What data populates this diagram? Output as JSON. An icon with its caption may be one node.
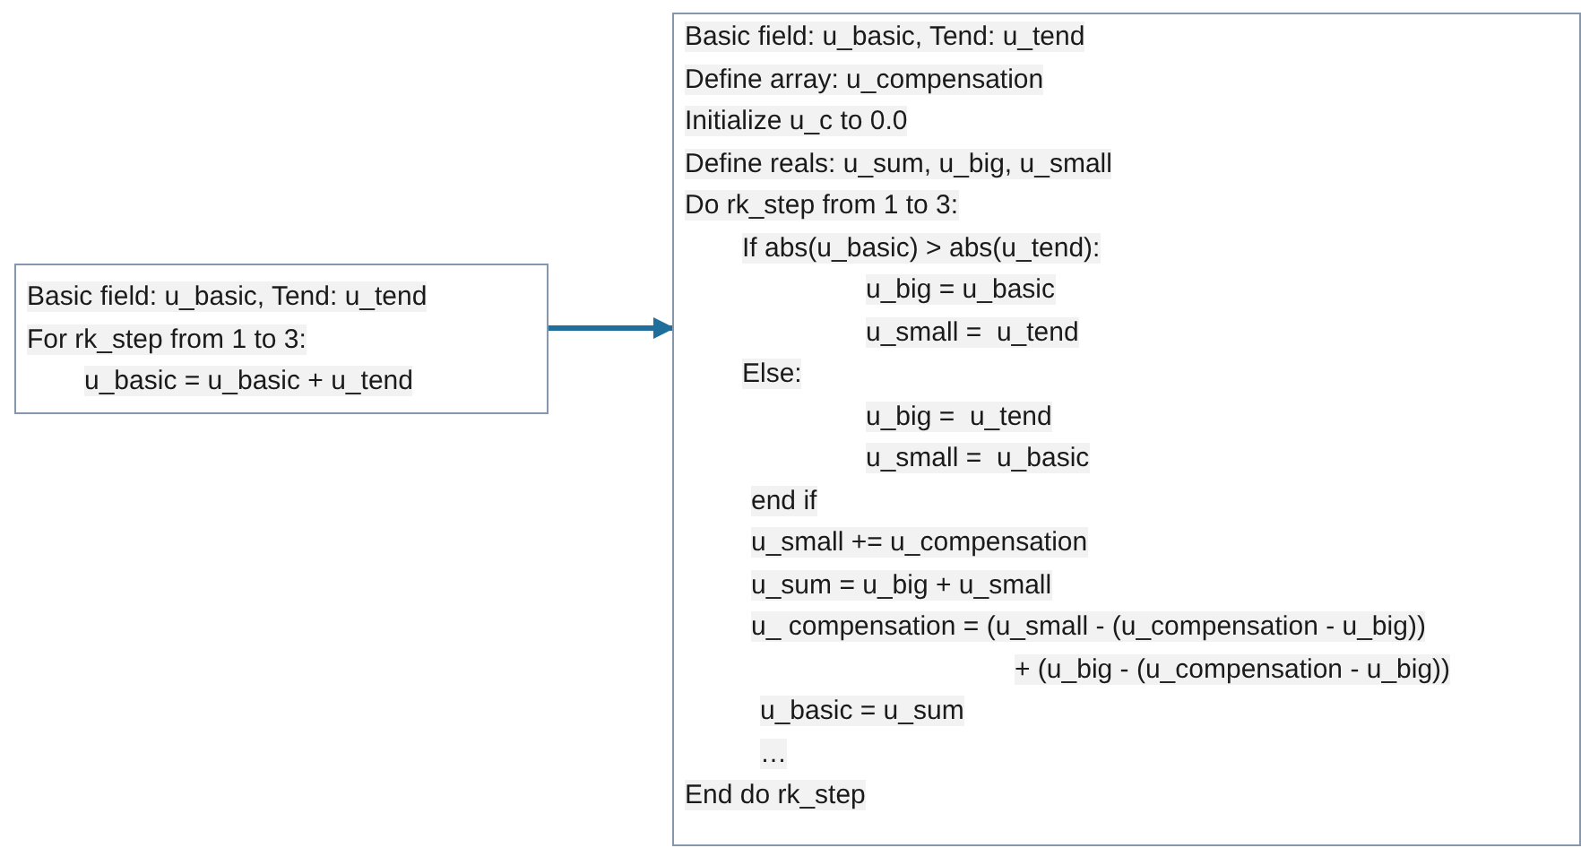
{
  "diagram": {
    "nodes": [
      {
        "text": [
          "Basic field: u_basic, Tend: u_tend",
          "For rk_step from 1 to 3:",
          "u_basic = u_basic + u_tend"
        ]
      },
      {
        "text": [
          "Basic field: u_basic, Tend: u_tend",
          "Define array: u_compensation",
          "Initialize u_c to 0.0",
          "Define reals: u_sum, u_big, u_small",
          "Do rk_step from 1 to 3:",
          "If abs(u_basic) > abs(u_tend):",
          "u_big = u_basic",
          "u_small =  u_tend",
          "Else:",
          "u_big =  u_tend",
          "u_small =  u_basic",
          "end if",
          "u_small += u_compensation",
          "u_sum = u_big + u_small",
          "u_ compensation = (u_small - (u_compensation - u_big))",
          "+ (u_big - (u_compensation - u_big))",
          "u_basic = u_sum",
          "…",
          "End do rk_step"
        ]
      }
    ],
    "edges": [
      {
        "from": 0,
        "to": 1,
        "arrow": "to"
      }
    ]
  }
}
